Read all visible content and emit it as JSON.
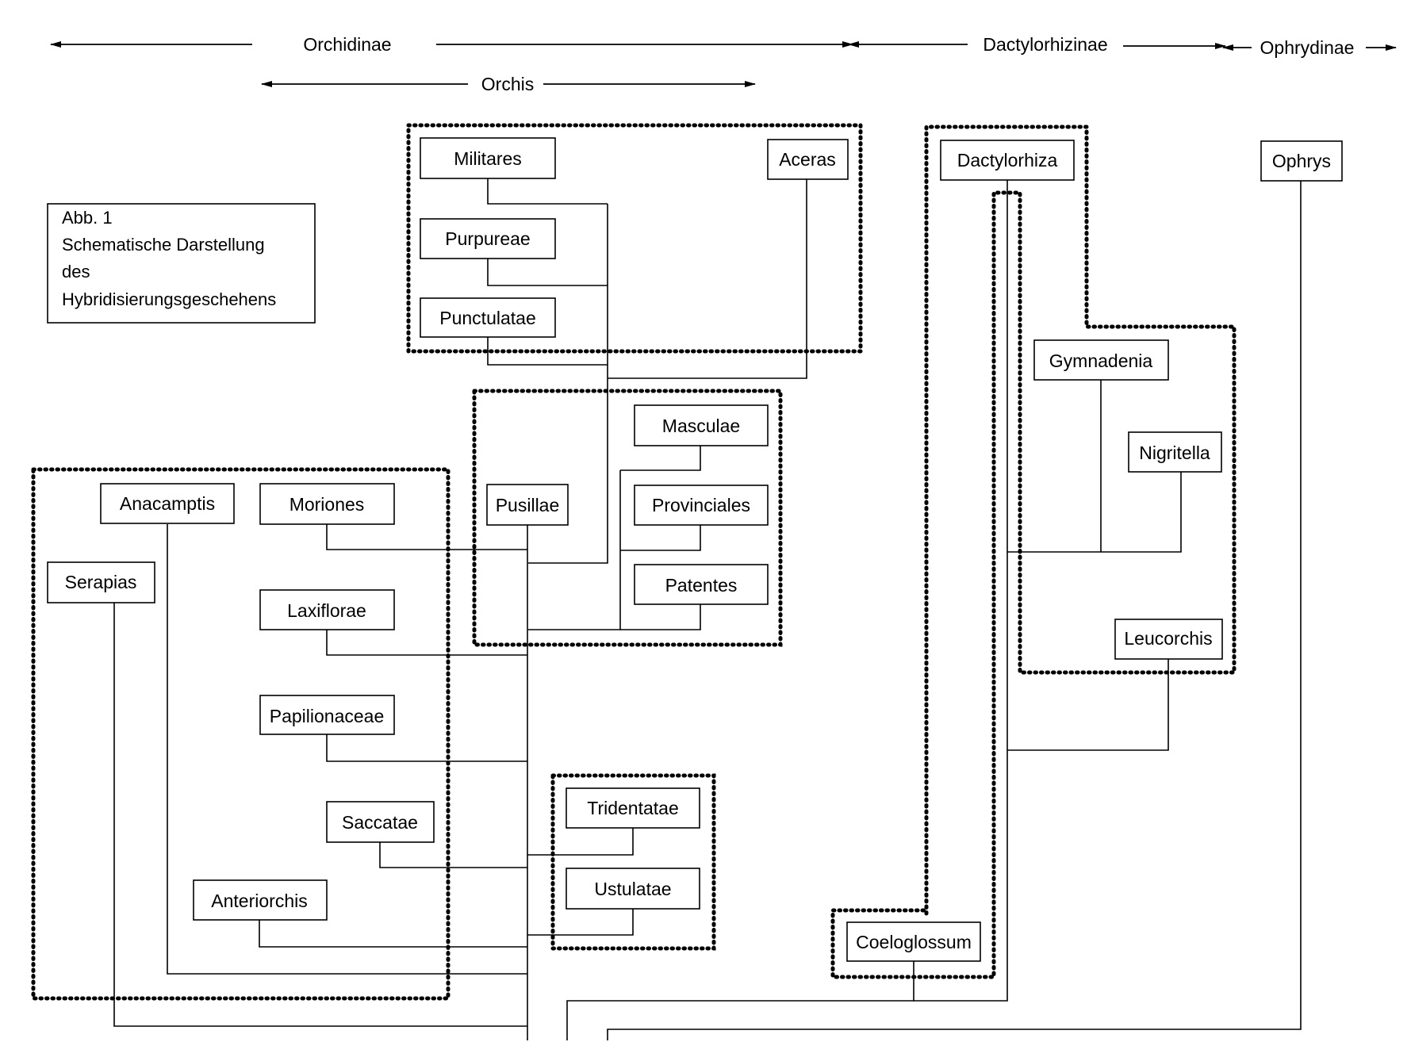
{
  "headers": {
    "orchidinae": "Orchidinae",
    "orchis": "Orchis",
    "dactylorhizinae": "Dactylorhizinae",
    "ophrydinae": "Ophrydinae"
  },
  "caption": {
    "lines": [
      "Abb. 1",
      "Schematische Darstellung",
      "des",
      "Hybridisierungsgeschehens"
    ]
  },
  "nodes": {
    "militares": "Militares",
    "purpureae": "Purpureae",
    "punctulatae": "Punctulatae",
    "aceras": "Aceras",
    "dactylorhiza": "Dactylorhiza",
    "ophrys": "Ophrys",
    "gymnadenia": "Gymnadenia",
    "nigritella": "Nigritella",
    "leucorchis": "Leucorchis",
    "masculae": "Masculae",
    "provinciales": "Provinciales",
    "patentes": "Patentes",
    "pusillae": "Pusillae",
    "anacamptis": "Anacamptis",
    "moriones": "Moriones",
    "serapias": "Serapias",
    "laxiflorae": "Laxiflorae",
    "papilionaceae": "Papilionaceae",
    "saccatae": "Saccatae",
    "anteriorchis": "Anteriorchis",
    "tridentatae": "Tridentatae",
    "ustulatae": "Ustulatae",
    "coeloglossum": "Coeloglossum"
  }
}
